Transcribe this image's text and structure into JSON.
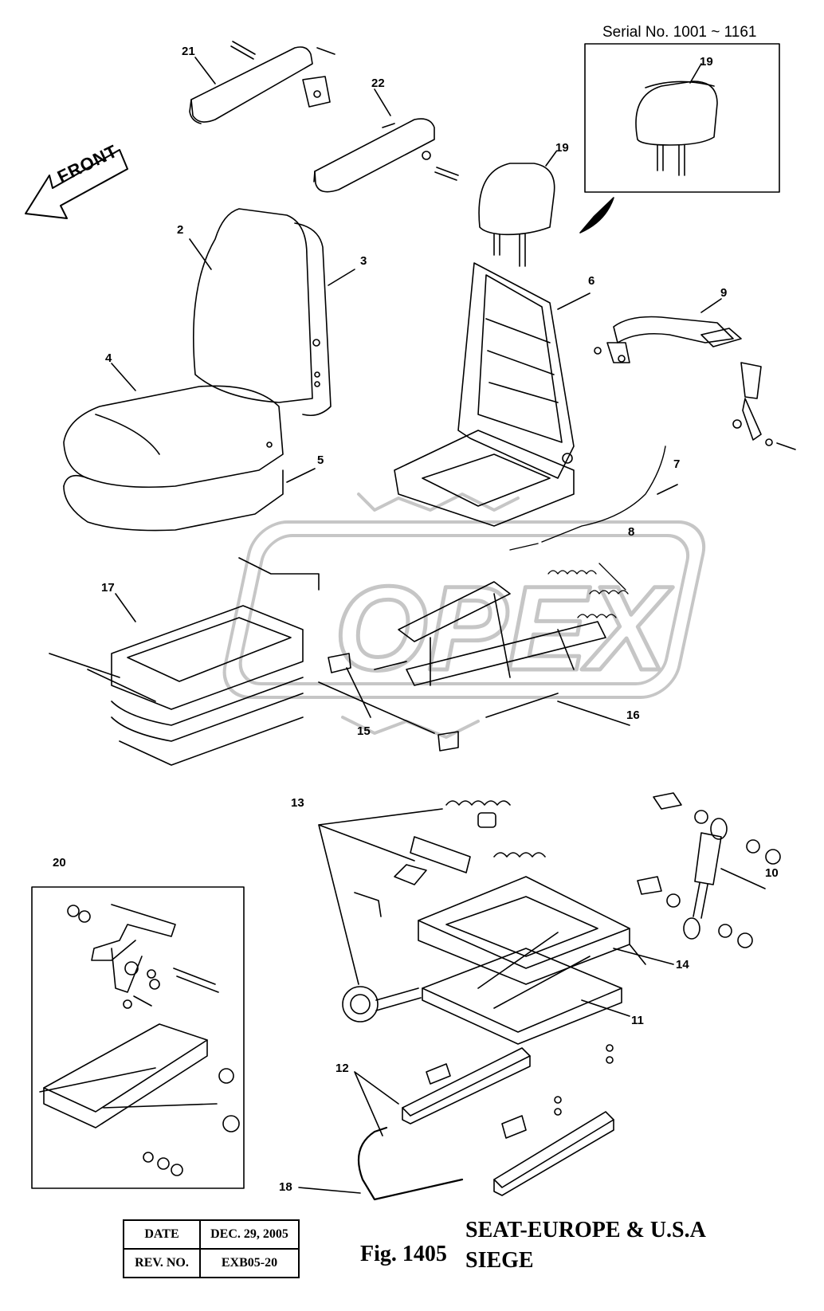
{
  "serial_note": "Serial No. 1001 ~ 1161",
  "direction_label": "FRONT",
  "watermark": "OPEX",
  "callouts": [
    "21",
    "22",
    "19",
    "19",
    "2",
    "3",
    "6",
    "9",
    "4",
    "5",
    "7",
    "8",
    "17",
    "15",
    "16",
    "13",
    "10",
    "20",
    "14",
    "11",
    "12",
    "18"
  ],
  "revision_table": {
    "date_label": "DATE",
    "date_value": "DEC. 29, 2005",
    "rev_label": "REV. NO.",
    "rev_value": "EXB05-20"
  },
  "figure": {
    "number": "Fig. 1405",
    "title_line1": "SEAT-EUROPE & U.S.A",
    "title_line2": "SIEGE"
  }
}
